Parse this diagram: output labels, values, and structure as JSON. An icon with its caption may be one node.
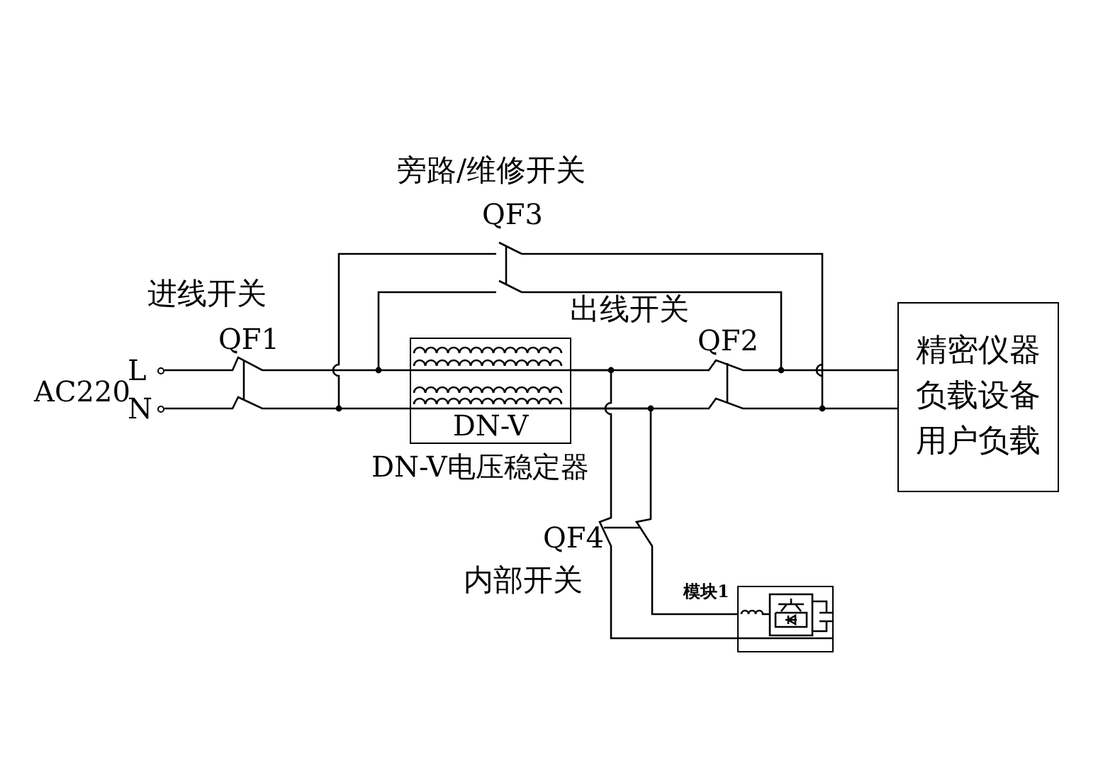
{
  "diagram": {
    "nodes": [
      {
        "text": [
          "DN-V"
        ],
        "beside": [
          "DN-V电压稳定器"
        ]
      },
      {
        "text": [
          "精密仪器负载设备用户负载"
        ]
      },
      {
        "text": [],
        "shape": "box",
        "beside": [
          "模块1"
        ]
      },
      {
        "text": [
          "L"
        ]
      },
      {
        "text": [
          "N"
        ]
      }
    ],
    "edges": [
      {
        "from": 3,
        "to": 0,
        "arrow": "none"
      },
      {
        "from": 4,
        "to": 0,
        "arrow": "none"
      },
      {
        "from": 0,
        "to": 1,
        "arrow": "none"
      },
      {
        "from": 0,
        "to": 1,
        "arrow": "none"
      },
      {
        "from": 0,
        "to": 2,
        "arrow": "none"
      },
      {
        "from": 0,
        "to": 2,
        "arrow": "none"
      }
    ],
    "labels": [
      "旁路/维修开关",
      "QF3",
      "进线开关",
      "出线开关",
      "QF1",
      "QF2",
      "AC220",
      "QF4",
      "内部开关"
    ]
  }
}
